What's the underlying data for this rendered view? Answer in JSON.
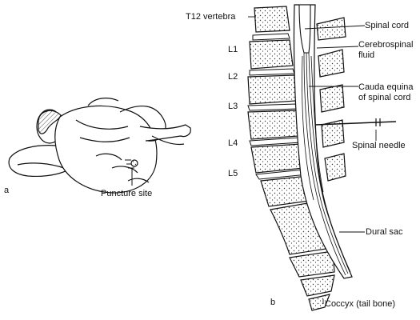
{
  "panel_a": {
    "letter": "a",
    "puncture_site": "Puncture site"
  },
  "panel_b": {
    "letter": "b",
    "t12": "T12 vertebra",
    "vertebrae": [
      "L1",
      "L2",
      "L3",
      "L4",
      "L5"
    ],
    "spinal_cord": "Spinal cord",
    "csf_line1": "Cerebrospinal",
    "csf_line2": "fluid",
    "cauda_line1": "Cauda equina",
    "cauda_line2": "of spinal cord",
    "spinal_needle": "Spinal needle",
    "dural_sac": "Dural sac",
    "coccyx": "Coccyx (tail bone)"
  }
}
